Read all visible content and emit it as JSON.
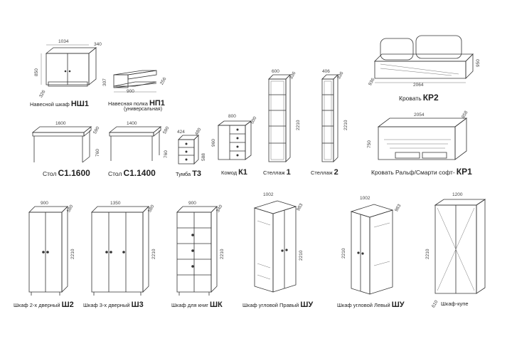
{
  "items": {
    "nsh1": {
      "name": "Навесной шкаф",
      "code": "НШ1",
      "w": "1034",
      "h": "850",
      "d": "340",
      "d2": "326"
    },
    "np1": {
      "name": "Навесная полка",
      "code": "НП1",
      "sub": "(универсальная)",
      "w": "900",
      "h": "307",
      "d": "256"
    },
    "kr2": {
      "name": "Кровать",
      "code": "КР2",
      "w": "2064",
      "h": "950",
      "d": "936"
    },
    "s1600": {
      "name": "Стол",
      "code": "С1.1600",
      "w": "1600",
      "h": "760",
      "d": "590"
    },
    "s1400": {
      "name": "Стол",
      "code": "С1.1400",
      "w": "1400",
      "h": "760",
      "d": "590"
    },
    "t3": {
      "name": "Тумба",
      "code": "Т3",
      "w": "424",
      "h": "588",
      "d": "480"
    },
    "k1": {
      "name": "Комод",
      "code": "К1",
      "w": "800",
      "h": "960",
      "d": "500"
    },
    "st1": {
      "name": "Стеллаж",
      "code": "1",
      "w": "600",
      "h": "2210",
      "d": "336"
    },
    "st2": {
      "name": "Стеллаж",
      "code": "2",
      "w": "406",
      "h": "2210",
      "d": "336"
    },
    "kr1": {
      "name": "Кровать Ральф/Смарти софт-",
      "code": "КР1",
      "w": "2054",
      "h": "750",
      "d": "858"
    },
    "sh2": {
      "name": "Шкаф 2-х дверный",
      "code": "Ш2",
      "w": "900",
      "h": "2210",
      "d": "580"
    },
    "sh3": {
      "name": "Шкаф 3-х дверный",
      "code": "Ш3",
      "w": "1350",
      "h": "2210",
      "d": "580"
    },
    "shk": {
      "name": "Шкаф для книг",
      "code": "ШК",
      "w": "900",
      "h": "2210",
      "d": "340"
    },
    "shup": {
      "name": "Шкаф угловой Правый",
      "code": "ШУ",
      "w": "1002",
      "h": "2210",
      "d": "983"
    },
    "shul": {
      "name": "Шкаф угловой Левый",
      "code": "ШУ",
      "w": "1002",
      "h": "2210",
      "d": "983"
    },
    "shk_kupe": {
      "name": "Шкаф-купе",
      "w": "1200",
      "h": "2210",
      "d": "610"
    }
  }
}
